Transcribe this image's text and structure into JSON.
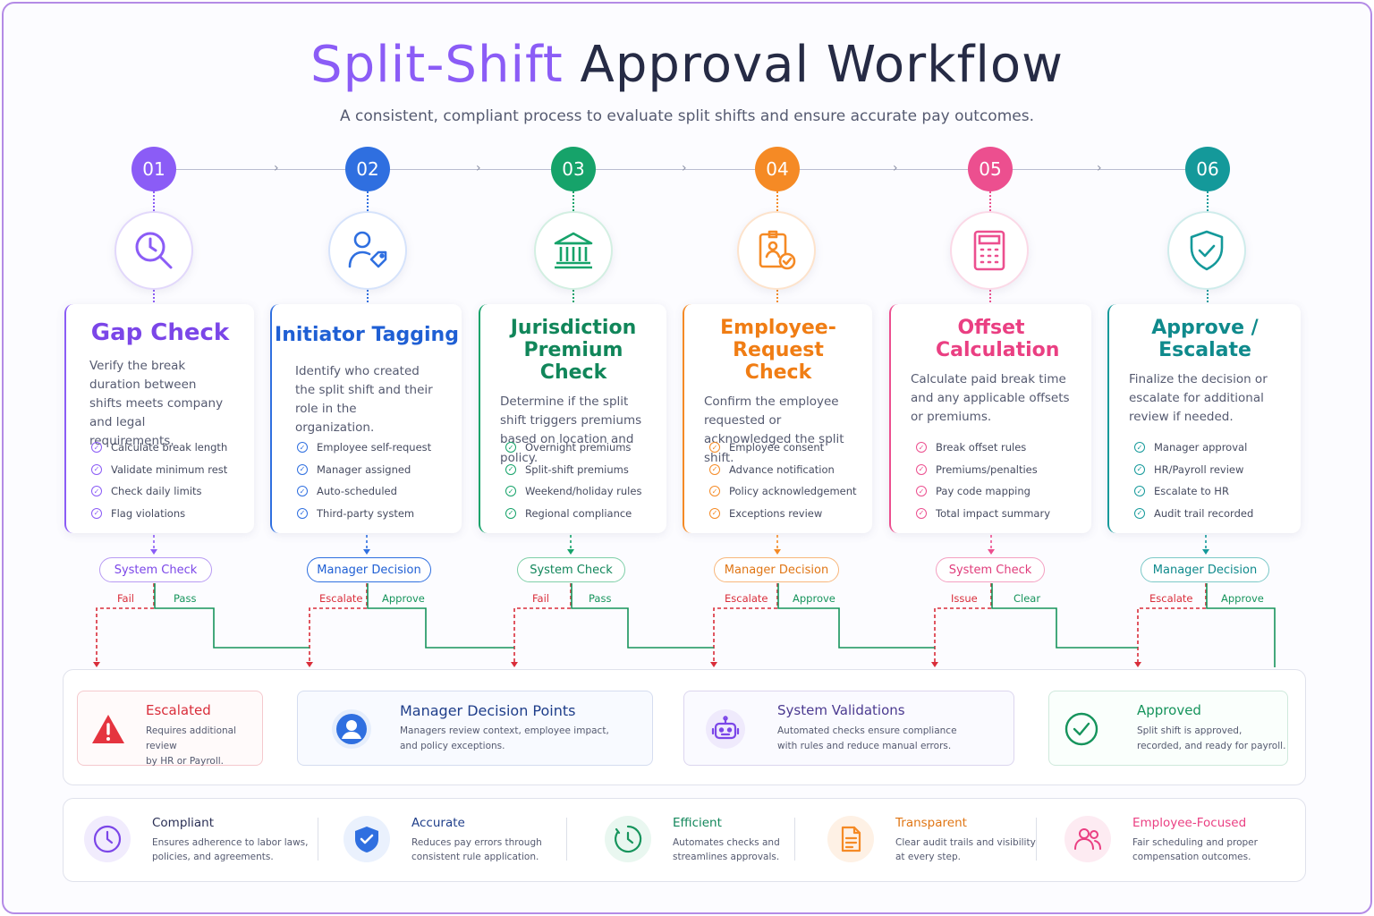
{
  "header": {
    "title_part1": "Split-Shift",
    "title_part2": "Approval Workflow",
    "subtitle": "A consistent, compliant process to evaluate split shifts and ensure accurate pay outcomes."
  },
  "colors": {
    "purple": "#8b5cf6",
    "blue": "#2f6fe0",
    "green": "#16a36a",
    "orange": "#f58a25",
    "pink": "#ec4f8f",
    "teal": "#14999a",
    "escalate_red": "#d92d3a",
    "approve_green": "#16945c"
  },
  "steps": [
    {
      "number": "01",
      "icon": "clock-search-icon",
      "title": "Gap Check",
      "description": "Verify the break duration between shifts meets company and legal requirements.",
      "checks": [
        "Calculate break length",
        "Validate minimum rest",
        "Check daily limits",
        "Flag violations"
      ],
      "decision": "System Check",
      "fail_label": "Fail",
      "pass_label": "Pass"
    },
    {
      "number": "02",
      "icon": "user-tag-icon",
      "title": "Initiator Tagging",
      "description": "Identify who created the split shift and their role in the organization.",
      "checks": [
        "Employee self-request",
        "Manager assigned",
        "Auto-scheduled",
        "Third-party system"
      ],
      "decision": "Manager Decision",
      "fail_label": "Escalate",
      "pass_label": "Approve"
    },
    {
      "number": "03",
      "icon": "courthouse-icon",
      "title": "Jurisdiction Premium Check",
      "description": "Determine if the split shift triggers premiums based on location and policy.",
      "checks": [
        "Overnight premiums",
        "Split-shift premiums",
        "Weekend/holiday rules",
        "Regional compliance"
      ],
      "decision": "System Check",
      "fail_label": "Fail",
      "pass_label": "Pass"
    },
    {
      "number": "04",
      "icon": "badge-check-icon",
      "title": "Employee-Request Check",
      "description": "Confirm the employee requested or acknowledged the split shift.",
      "checks": [
        "Employee consent",
        "Advance notification",
        "Policy acknowledgement",
        "Exceptions review"
      ],
      "decision": "Manager Decision",
      "fail_label": "Escalate",
      "pass_label": "Approve"
    },
    {
      "number": "05",
      "icon": "calculator-icon",
      "title": "Offset Calculation",
      "description": "Calculate paid break time and any applicable offsets or premiums.",
      "checks": [
        "Break offset rules",
        "Premiums/penalties",
        "Pay code mapping",
        "Total impact summary"
      ],
      "decision": "System Check",
      "fail_label": "Issue",
      "pass_label": "Clear"
    },
    {
      "number": "06",
      "icon": "shield-check-icon",
      "title": "Approve / Escalate",
      "description": "Finalize the decision or escalate for additional review if needed.",
      "checks": [
        "Manager approval",
        "HR/Payroll review",
        "Escalate to HR",
        "Audit trail recorded"
      ],
      "decision": "Manager Decision",
      "fail_label": "Escalate",
      "pass_label": "Approve"
    }
  ],
  "outcomes": [
    {
      "icon": "warning-triangle-icon",
      "title": "Escalated",
      "description": [
        "Requires additional review",
        "by HR or Payroll."
      ]
    },
    {
      "icon": "manager-user-icon",
      "title": "Manager Decision Points",
      "description": [
        "Managers review context, employee impact,",
        "and policy exceptions."
      ]
    },
    {
      "icon": "robot-icon",
      "title": "System Validations",
      "description": [
        "Automated checks ensure compliance",
        "with rules and reduce manual errors."
      ]
    },
    {
      "icon": "check-circle-icon",
      "title": "Approved",
      "description": [
        "Split shift is approved,",
        "recorded, and ready for payroll."
      ]
    }
  ],
  "benefits": [
    {
      "icon": "clock-icon",
      "title": "Compliant",
      "description": [
        "Ensures adherence to labor laws,",
        "policies, and agreements."
      ]
    },
    {
      "icon": "shield-icon",
      "title": "Accurate",
      "description": [
        "Reduces pay errors through",
        "consistent rule application."
      ]
    },
    {
      "icon": "stopwatch-icon",
      "title": "Efficient",
      "description": [
        "Automates checks and",
        "streamlines approvals."
      ]
    },
    {
      "icon": "document-icon",
      "title": "Transparent",
      "description": [
        "Clear audit trails and visibility",
        "at every step."
      ]
    },
    {
      "icon": "users-icon",
      "title": "Employee-Focused",
      "description": [
        "Fair scheduling and proper",
        "compensation outcomes."
      ]
    }
  ]
}
